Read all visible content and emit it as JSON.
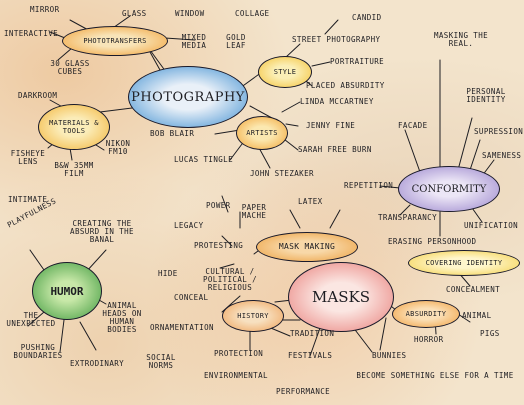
{
  "nodes": {
    "photography": "Photography",
    "photo_transfers": "Phototransfers",
    "style": "Style",
    "artists": "Artists",
    "materials": "Materials & Tools",
    "humor": "Humor",
    "mask_making": "Mask Making",
    "masks": "Masks",
    "history": "History",
    "conformity": "Conformity",
    "covering_identity": "Covering Identity",
    "absurdity": "Absurdity"
  },
  "labels": {
    "mirror": "Mirror",
    "glass": "Glass",
    "window": "Window",
    "collage": "Collage",
    "candid": "Candid",
    "interactive": "Interactive",
    "mixed_media": "Mixed Media",
    "gold_leaf": "Gold Leaf",
    "street_photography": "Street Photography",
    "glass_cubes": "30 Glass Cubes",
    "portraiture": "Portraiture",
    "placed_absurdity": "Placed Absurdity",
    "darkroom": "Darkroom",
    "linda": "Linda McCartney",
    "jenny": "Jenny Fine",
    "sarah": "Sarah Free Burn",
    "bob": "Bob Blair",
    "lucas": "Lucas Tingle",
    "john": "John Stezaker",
    "nikon": "Nikon FM10",
    "bw": "B&W 35mm Film",
    "fisheye": "Fisheye Lens",
    "intimate": "Intimate",
    "masking_real": "Masking the Real.",
    "personal_identity": "Personal Identity",
    "facade": "Facade",
    "supression": "Supression",
    "sameness": "Sameness",
    "repetition": "Repetition",
    "transparancy": "Transparancy",
    "unification": "Unification",
    "erasing": "Erasing Personhood",
    "concealment": "Concealment",
    "playfulness": "Playfulness",
    "creating_absurd": "Creating the Absurd in the Banal",
    "power": "Power",
    "paper_mache": "Paper Mache",
    "latex": "Latex",
    "legacy": "Legacy",
    "protesting": "Protesting",
    "hide": "Hide",
    "cultural": "Cultural / Political / Religious",
    "conceal": "Conceal",
    "animal_heads": "Animal Heads on Human Bodies",
    "unexpected": "The Unexpected",
    "pushing": "Pushing Boundaries",
    "extraordinary": "Extrodinary",
    "social_norms": "Social Norms",
    "ornamentation": "Ornamentation",
    "tradition": "Tradition",
    "protection": "Protection",
    "festivals": "Festivals",
    "environmental": "Environmental",
    "performance": "Performance",
    "become": "Become something else for a time",
    "animal": "Animal",
    "horror": "Horror",
    "pigs": "Pigs",
    "bunnies": "Bunnies"
  },
  "colors": {
    "blue": "#3f8fd0",
    "orange": "#f2a23a",
    "yellow": "#f4d04a",
    "green": "#49a24a",
    "purple": "#a58fd2",
    "pink": "#ec8a86",
    "ink": "#1d1d22"
  }
}
